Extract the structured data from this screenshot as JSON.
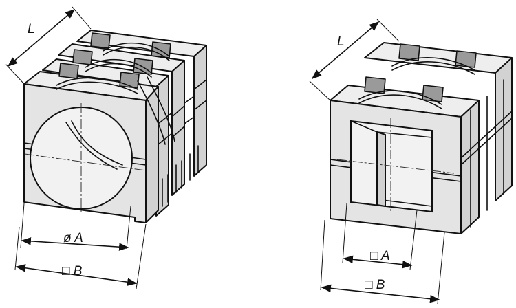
{
  "left_part": {
    "length_label": "L",
    "inner_label": "ø A",
    "outer_label": "□ B"
  },
  "right_part": {
    "length_label": "L",
    "inner_label": "□ A",
    "outer_label": "□ B"
  }
}
